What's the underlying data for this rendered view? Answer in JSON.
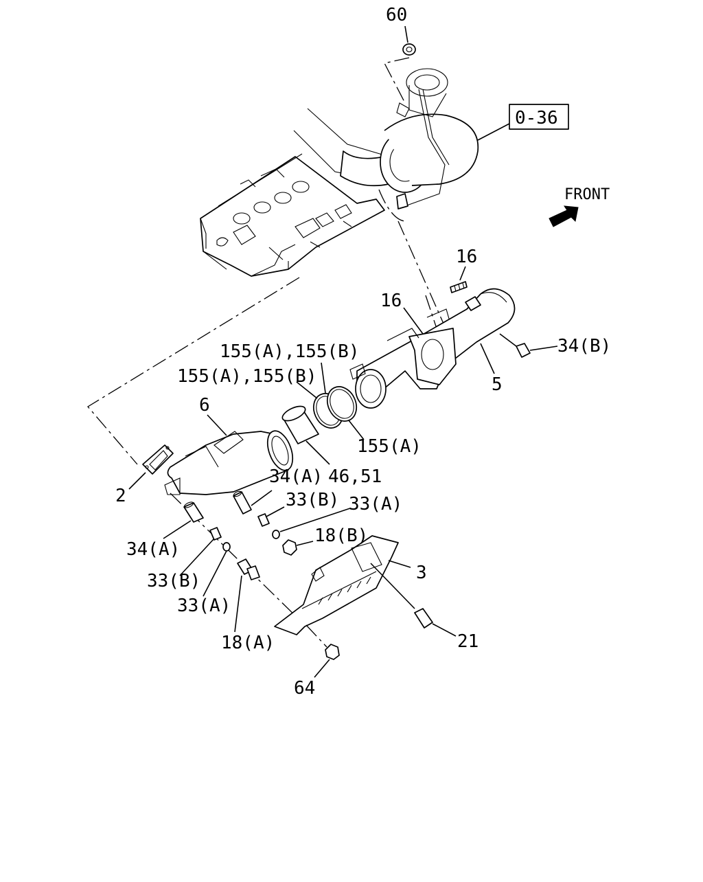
{
  "labels": {
    "l60": "60",
    "l036": "0-36",
    "front": "FRONT",
    "l16a": "16",
    "l16b": "16",
    "l34b": "34(B)",
    "l155ab_1": "155(A),155(B)",
    "l155ab_2": "155(A),155(B)",
    "l5": "5",
    "l6": "6",
    "l155a": "155(A)",
    "l34a_1": "34(A)",
    "l4651": "46,51",
    "l2": "2",
    "l33b_1": "33(B)",
    "l33a_1": "33(A)",
    "l18b": "18(B)",
    "l34a_2": "34(A)",
    "l33b_2": "33(B)",
    "l33a_2": "33(A)",
    "l3": "3",
    "l18a": "18(A)",
    "l21": "21",
    "l64": "64"
  },
  "icons": {
    "front_arrow": "front-arrow-icon"
  }
}
